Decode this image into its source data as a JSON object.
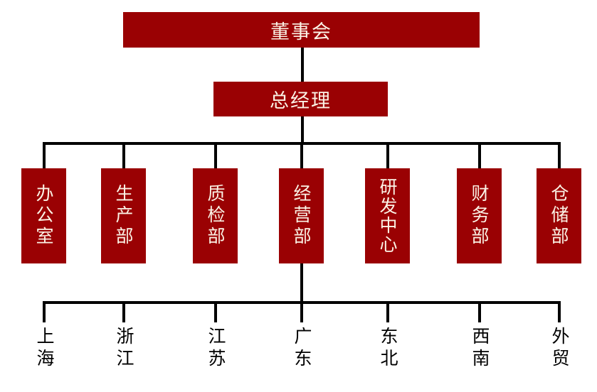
{
  "org_chart": {
    "type": "organization-chart",
    "root": "董事会",
    "general_manager": "总经理",
    "departments": [
      "办公室",
      "生产部",
      "质检部",
      "经营部",
      "研发中心",
      "财务部",
      "仓储部"
    ],
    "regions_parent": "经营部",
    "regions": [
      "上海",
      "浙江",
      "江苏",
      "广东",
      "东北",
      "西南",
      "外贸"
    ],
    "colors": {
      "node_fill": "#9A0103",
      "node_text": "#FBF3E6",
      "connector": "#000000",
      "region_text": "#000000",
      "background": "#FFFFFF"
    }
  }
}
